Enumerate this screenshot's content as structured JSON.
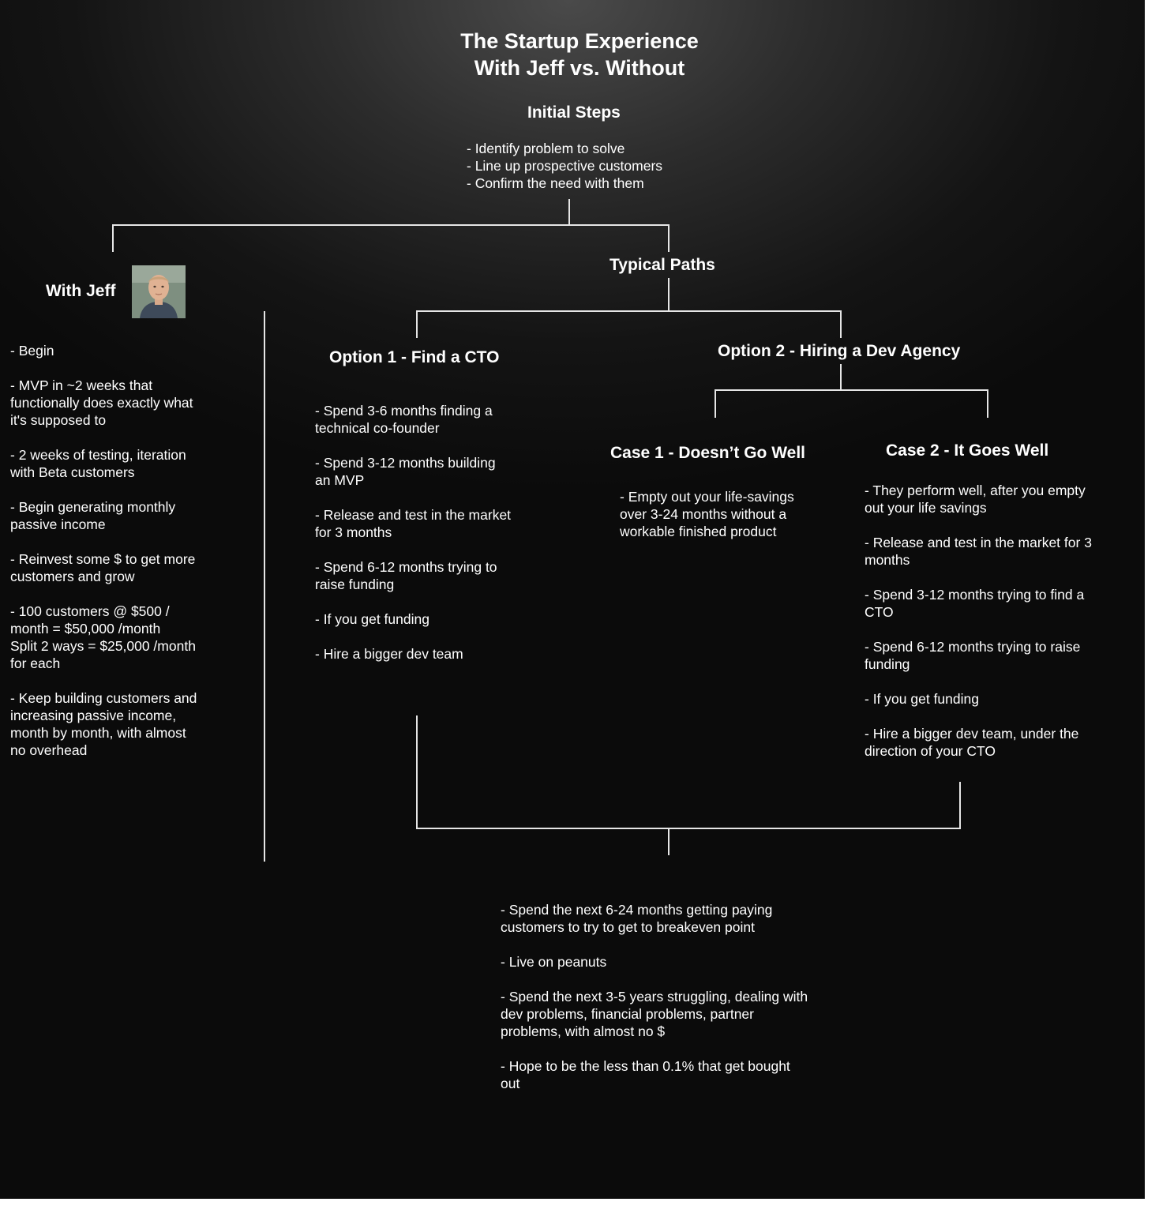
{
  "title": {
    "line1": "The Startup Experience",
    "line2": "With Jeff vs. Without"
  },
  "initial_steps": {
    "heading": "Initial Steps",
    "items": [
      "- Identify problem to solve",
      "- Line up prospective customers",
      "- Confirm the need with them"
    ]
  },
  "with_jeff": {
    "heading": "With Jeff",
    "avatar_icon": "person-photo",
    "items": [
      "- Begin",
      "- MVP in ~2 weeks that\nfunctionally does exactly what\nit's supposed to",
      "- 2 weeks of testing, iteration\nwith Beta customers",
      "- Begin generating monthly\npassive income",
      "- Reinvest some $ to get more\ncustomers and grow",
      "- 100 customers @ $500 /\nmonth = $50,000 /month\nSplit 2 ways = $25,000 /month\nfor each",
      "- Keep building customers and\nincreasing passive income,\nmonth by month, with almost\nno overhead"
    ]
  },
  "typical_paths": {
    "heading": "Typical Paths"
  },
  "option1": {
    "heading": "Option 1 - Find a CTO",
    "items": [
      "- Spend 3-6 months finding a\ntechnical co-founder",
      "- Spend 3-12 months building\nan MVP",
      "- Release and test in the market\nfor 3 months",
      "- Spend 6-12 months trying to\nraise funding",
      "- If you get funding",
      "- Hire a bigger dev team"
    ]
  },
  "option2": {
    "heading": "Option 2 - Hiring a Dev Agency"
  },
  "case1": {
    "heading": "Case 1 - Doesn’t Go Well",
    "items": [
      "- Empty out your life-savings\nover 3-24 months without a\nworkable finished product"
    ]
  },
  "case2": {
    "heading": "Case 2 - It Goes Well",
    "items": [
      "- They perform well, after you empty\nout your life savings",
      "- Release and test in the market for 3\nmonths",
      "- Spend 3-12 months trying to find a\nCTO",
      "- Spend 6-12 months trying to raise\nfunding",
      "- If you get funding",
      "- Hire a bigger dev team, under the\ndirection of your CTO"
    ]
  },
  "outcome": {
    "items": [
      "- Spend the next 6-24 months getting paying\ncustomers to try to get to breakeven point",
      "- Live on peanuts",
      "- Spend the next 3-5 years struggling, dealing with\ndev problems, financial problems, partner\nproblems, with almost no $",
      "- Hope to be the less than 0.1% that get bought\nout"
    ]
  }
}
